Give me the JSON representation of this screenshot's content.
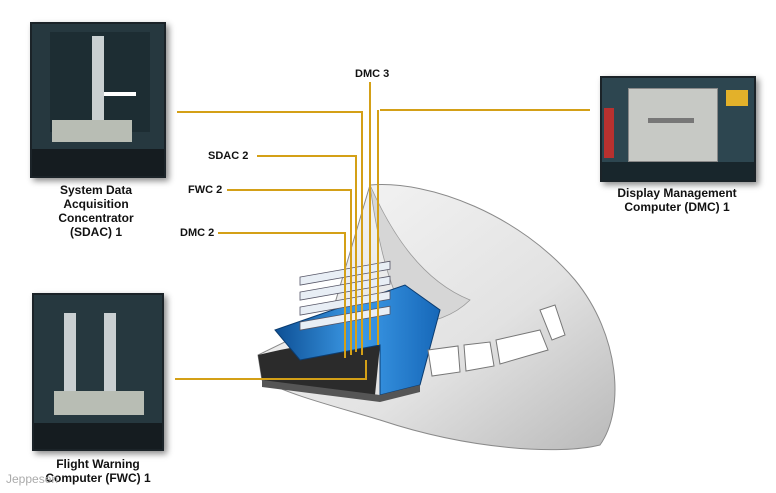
{
  "components": {
    "sdac1": "System Data\nAcquisition\nConcentrator\n(SDAC) 1",
    "dmc1": "Display Management\nComputer (DMC) 1",
    "fwc1": "Flight Warning\nComputer (FWC) 1"
  },
  "rack_labels": {
    "dmc3": "DMC 3",
    "sdac2": "SDAC 2",
    "fwc2": "FWC 2",
    "dmc2": "DMC 2"
  },
  "watermark": "Jeppesen",
  "colors": {
    "leader_line": "#d4a017",
    "avionics_bay": "#1f7fd6",
    "fuselage": "#ececec"
  }
}
